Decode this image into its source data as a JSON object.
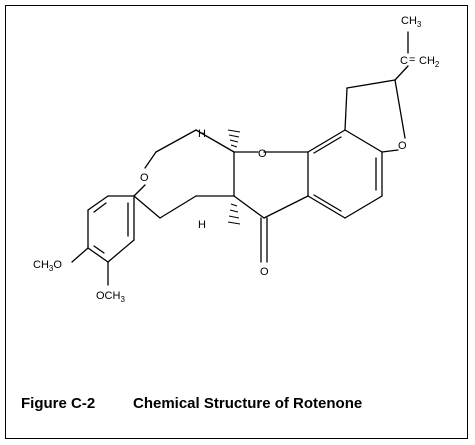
{
  "figure": {
    "label": "Figure C-2",
    "title": "Chemical Structure of Rotenone"
  },
  "atoms": {
    "ch3_top_main": "CH",
    "ch3_top_sub": "3",
    "ene_left": "C",
    "ene_eq": "=",
    "ene_right": "CH",
    "ene_right_sub": "2",
    "o_furan": "O",
    "o_pyran_mid": "O",
    "o_pyran_left": "O",
    "h_top": "H",
    "h_bottom": "H",
    "o_carbonyl": "O",
    "och3_left_main": "CH",
    "och3_left_sub": "3",
    "och3_left_o": "O",
    "och3_bottom_o": "OCH",
    "och3_bottom_sub": "3"
  },
  "colors": {
    "ink": "#000000",
    "paper": "#ffffff"
  }
}
